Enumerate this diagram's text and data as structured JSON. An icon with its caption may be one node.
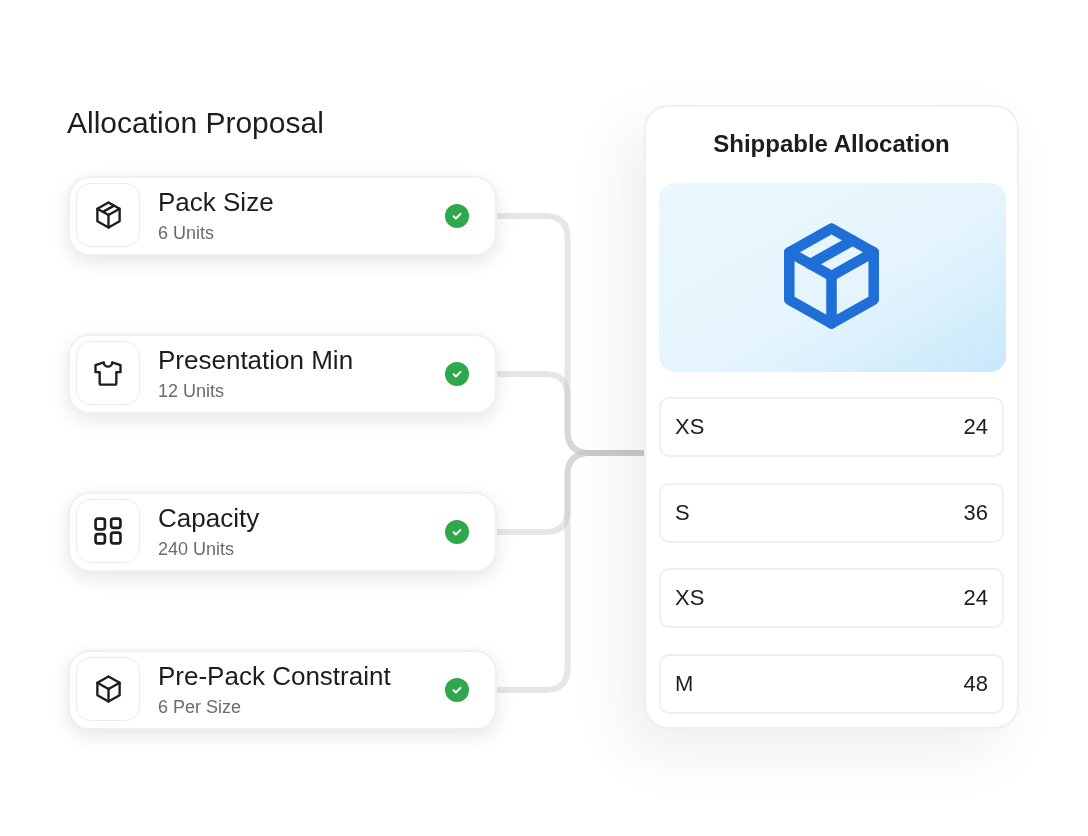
{
  "diagram": {
    "title": "Allocation Proposal",
    "nodes": [
      {
        "text": [
          "Pack Size",
          "6 Units"
        ]
      },
      {
        "text": [
          "Presentation Min",
          "12 Units"
        ]
      },
      {
        "text": [
          "Capacity",
          "240 Units"
        ]
      },
      {
        "text": [
          "Pre-Pack Constraint",
          "6 Per Size"
        ]
      },
      {
        "text": [
          "Shippable Allocation"
        ]
      },
      {
        "text": [],
        "shape": "picture",
        "in": 4
      },
      {
        "text": [
          "XS",
          "24"
        ],
        "in": 4
      },
      {
        "text": [
          "S",
          "36"
        ],
        "in": 4
      },
      {
        "text": [
          "XS",
          "24"
        ],
        "in": 4
      },
      {
        "text": [
          "M",
          "48"
        ],
        "in": 4
      }
    ],
    "edges": [
      {
        "from": 0,
        "to": 4,
        "arrow": "none"
      },
      {
        "from": 1,
        "to": 4,
        "arrow": "none"
      },
      {
        "from": 2,
        "to": 4,
        "arrow": "none"
      },
      {
        "from": 3,
        "to": 4,
        "arrow": "none"
      }
    ]
  }
}
